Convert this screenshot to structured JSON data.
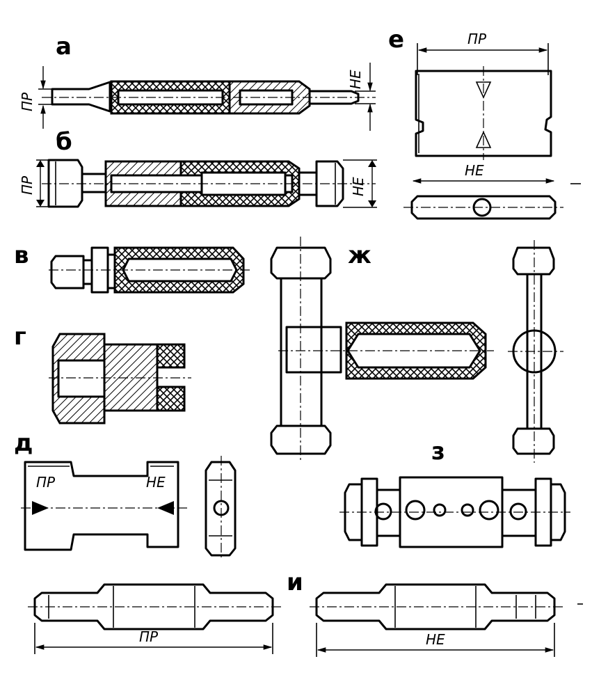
{
  "figure": {
    "labels": {
      "a": "а",
      "b": "б",
      "v": "в",
      "g": "г",
      "d": "д",
      "e": "е",
      "zh": "ж",
      "z": "з",
      "i": "и"
    },
    "dims": {
      "pr": "ПР",
      "ne": "НЕ"
    }
  }
}
